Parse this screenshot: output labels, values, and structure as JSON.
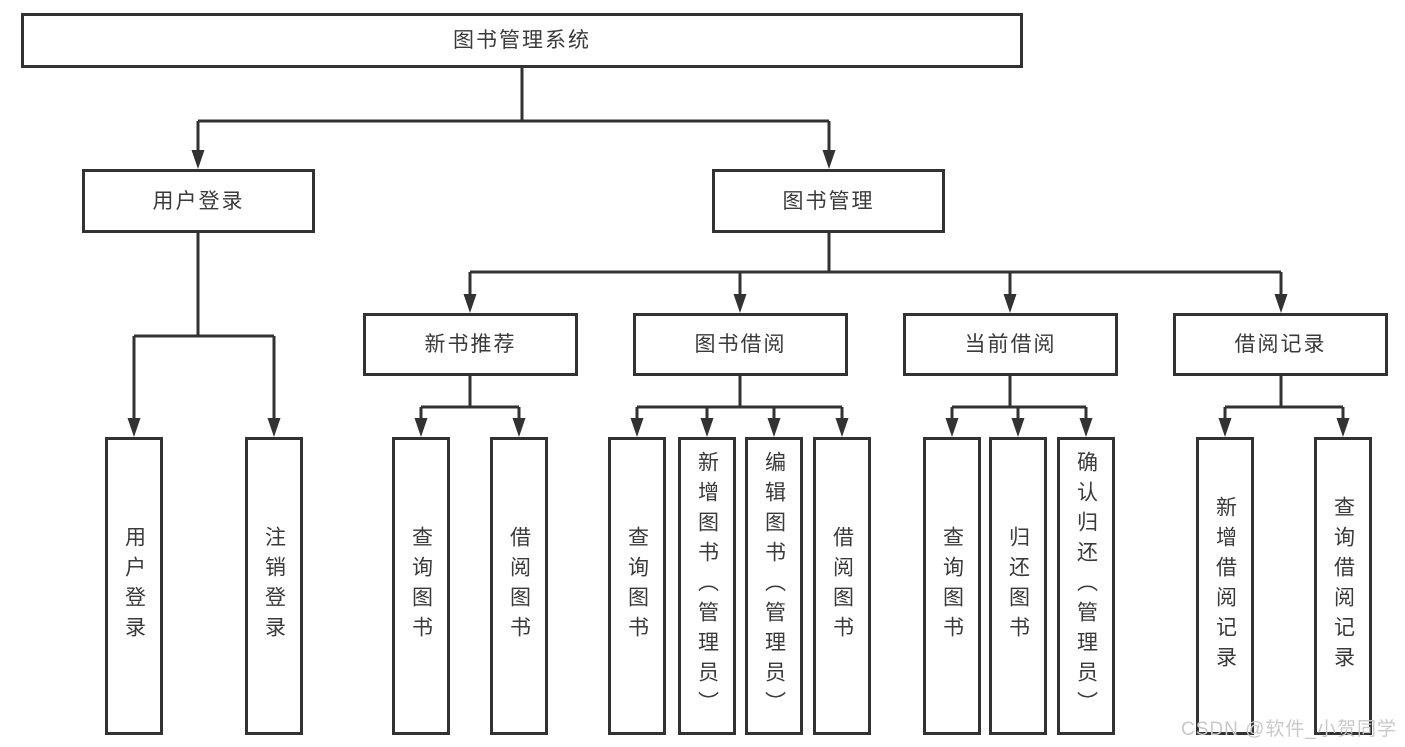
{
  "nodes": {
    "root": "图书管理系统",
    "user_login": "用户登录",
    "book_manage": "图书管理",
    "new_book_recommend": "新书推荐",
    "book_borrow": "图书借阅",
    "current_borrow": "当前借阅",
    "borrow_records": "借阅记录",
    "leaf_user_login": "用户登录",
    "leaf_logout": "注销登录",
    "leaf_rec_query_books": "查询图书",
    "leaf_rec_borrow_books": "借阅图书",
    "leaf_bb_query_books": "查询图书",
    "leaf_bb_add_books": "新增图书（管理员）",
    "leaf_bb_edit_books": "编辑图书（管理员）",
    "leaf_bb_borrow_books": "借阅图书",
    "leaf_cur_query_books": "查询图书",
    "leaf_cur_return_books": "归还图书",
    "leaf_cur_confirm_return": "确认归还（管理员）",
    "leaf_records_add": "新增借阅记录",
    "leaf_records_query": "查询借阅记录"
  },
  "watermark": "CSDN @软件_小贺同学",
  "colors": {
    "line": "#323232",
    "text": "#3a3a3a",
    "watermark": "#c9c9c9",
    "background": "#ffffff"
  }
}
